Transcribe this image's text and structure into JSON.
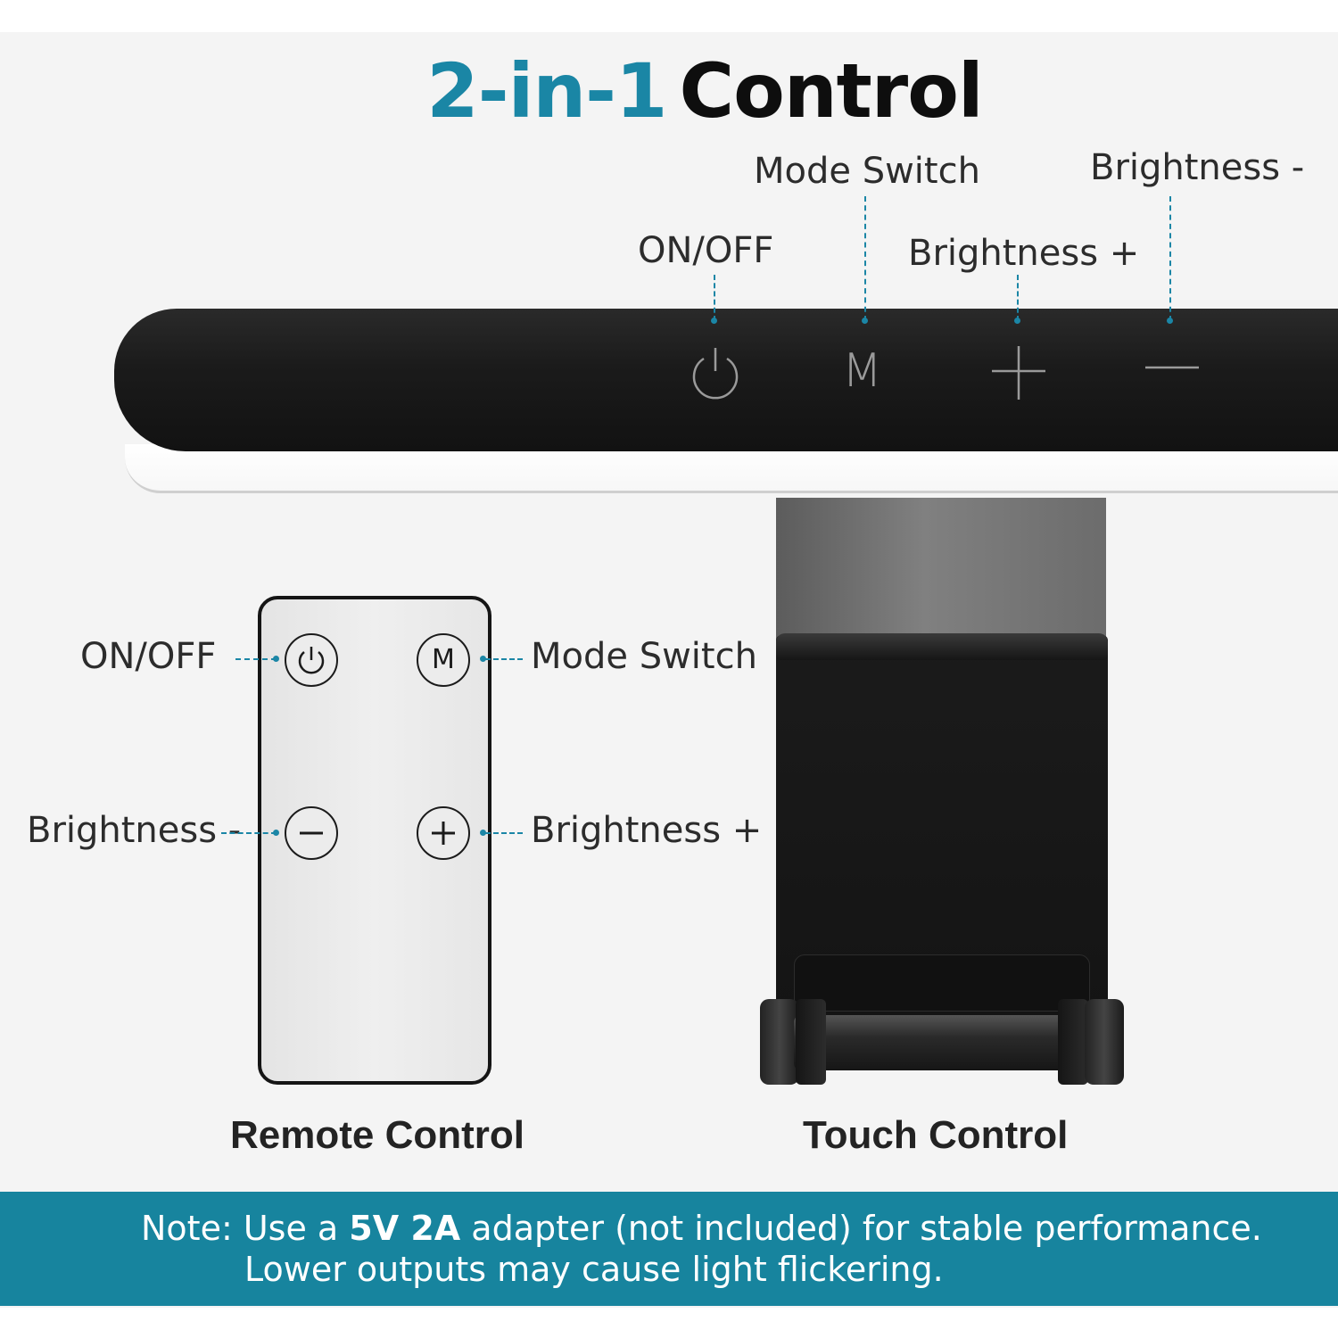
{
  "title": {
    "accent": "2-in-1",
    "main": "Control"
  },
  "touch_labels": {
    "on_off": "ON/OFF",
    "mode_switch": "Mode Switch",
    "brightness_plus": "Brightness +",
    "brightness_minus": "Brightness -"
  },
  "touch_icons": {
    "mode_symbol": "M"
  },
  "remote_labels": {
    "on_off": "ON/OFF",
    "mode_switch": "Mode Switch",
    "brightness_minus": "Brightness -",
    "brightness_plus": "Brightness +"
  },
  "remote_buttons": {
    "mode_symbol": "M"
  },
  "captions": {
    "remote": "Remote Control",
    "touch": "Touch Control"
  },
  "note": {
    "prefix": "Note: Use a ",
    "spec": "5V 2A",
    "suffix": " adapter (not included) for stable performance.",
    "line2": "Lower outputs may cause light flickering."
  },
  "colors": {
    "accent": "#1a86a5",
    "note_band": "#17849e"
  }
}
